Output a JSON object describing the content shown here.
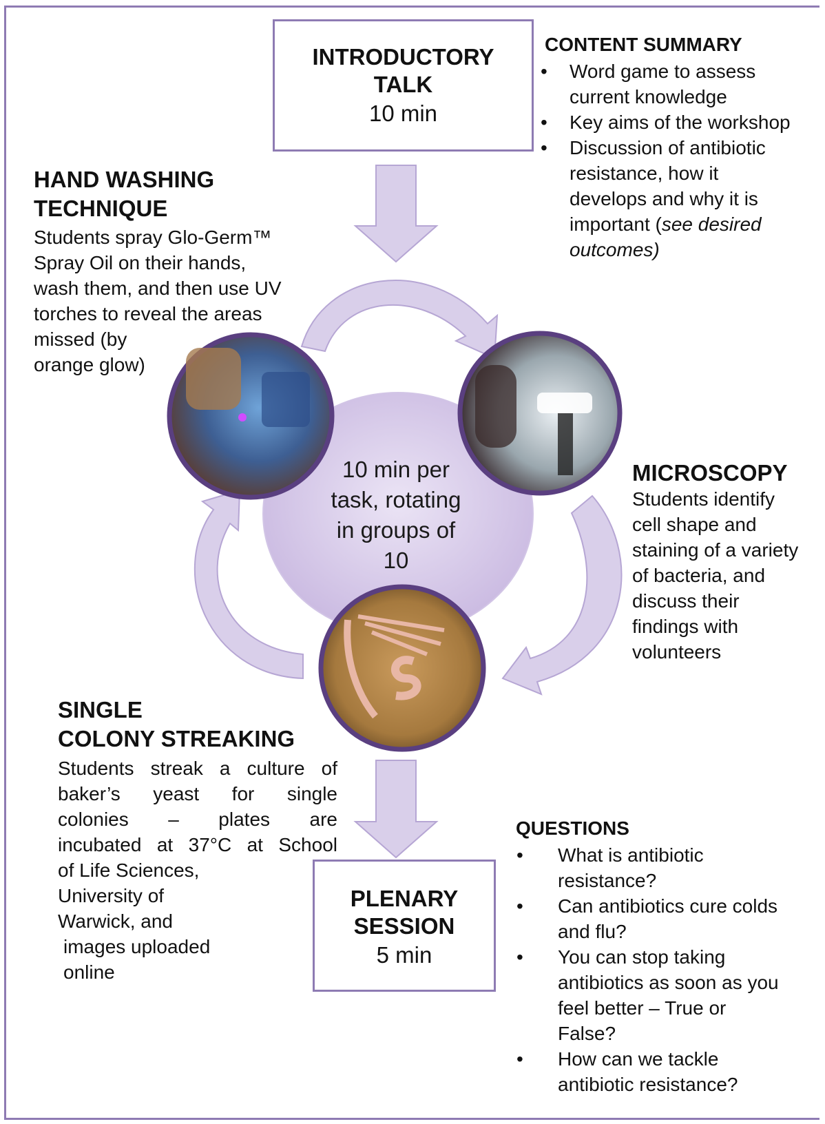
{
  "intro": {
    "title_line1": "INTRODUCTORY",
    "title_line2": "TALK",
    "duration": "10 min"
  },
  "content_summary": {
    "heading": "CONTENT SUMMARY",
    "items": [
      {
        "bullet": "•",
        "line1": "Word game to assess",
        "line2": "current knowledge"
      },
      {
        "bullet": "•",
        "line1": "Key aims of the workshop"
      },
      {
        "bullet": "•",
        "line1": "Discussion of antibiotic",
        "line2": "resistance, how it",
        "line3": "develops and why it is",
        "line4_plain": "important (",
        "line4_italic": "see desired",
        "line5_italic": "outcomes)"
      }
    ]
  },
  "hand_washing": {
    "heading_line1": "HAND WASHING",
    "heading_line2": "TECHNIQUE",
    "lines": [
      "Students spray Glo-Germ™",
      "Spray Oil on their hands,",
      "wash them, and then use UV",
      "torches to reveal the areas",
      "missed (by",
      "orange glow)"
    ]
  },
  "center": {
    "lines": [
      "10 min per",
      "task, rotating",
      "in groups of",
      "10"
    ]
  },
  "microscopy": {
    "heading": "MICROSCOPY",
    "lines": [
      "Students identify",
      "cell shape and",
      "staining of a variety",
      "of bacteria, and",
      "discuss their",
      "findings with",
      "volunteers"
    ]
  },
  "streaking": {
    "heading_line1": "SINGLE",
    "heading_line2": "COLONY STREAKING",
    "lines": [
      "Students streak a culture of",
      "baker’s yeast for single",
      "colonies – plates are",
      "incubated at 37°C at School",
      "of Life Sciences,",
      "University of",
      "Warwick, and",
      " images uploaded",
      " online"
    ]
  },
  "plenary": {
    "title_line1": "PLENARY",
    "title_line2": "SESSION",
    "duration": "5 min"
  },
  "questions": {
    "heading": "QUESTIONS",
    "items": [
      {
        "bullet": "•",
        "lines": [
          "What is antibiotic",
          "resistance?"
        ]
      },
      {
        "bullet": "•",
        "lines": [
          "Can antibiotics cure colds",
          "and flu?"
        ]
      },
      {
        "bullet": "•",
        "lines": [
          "You can stop taking",
          "antibiotics as soon as you",
          "feel better – True or",
          "False?"
        ]
      },
      {
        "bullet": "•",
        "lines": [
          "How can we tackle",
          "antibiotic resistance?"
        ]
      }
    ]
  },
  "colors": {
    "border": "#8e7bb3",
    "arrow_fill": "#d9cfea",
    "arrow_stroke": "#b6a6d4",
    "photo_ring": "#5a3f80"
  },
  "icons": [
    "hand-washing-photo",
    "microscopy-photo",
    "petri-dish-photo"
  ]
}
